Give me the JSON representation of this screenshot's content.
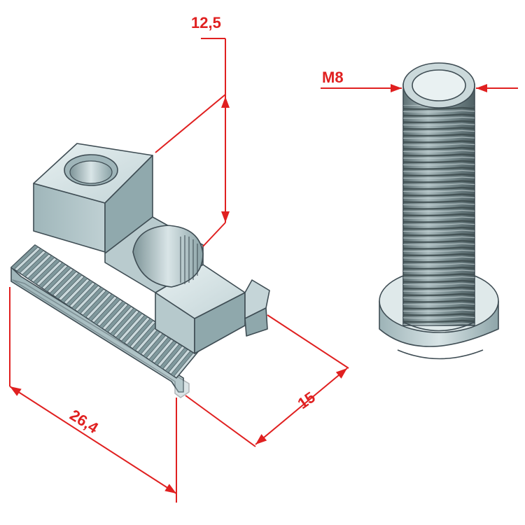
{
  "dimensions": {
    "height_label": "12,5",
    "length_label": "26,4",
    "width_label": "15",
    "thread_label": "M8"
  },
  "colors": {
    "dimension": "#e02020",
    "part_top": "#d6e4e6",
    "part_front": "#a9bfc3",
    "part_side": "#8aa3a8",
    "part_edge": "#3f4d54",
    "thread_dark": "#6b7d80",
    "thread_light": "#b9c8ca"
  },
  "icons": [
    "t-slot-nut",
    "m8-screw"
  ]
}
